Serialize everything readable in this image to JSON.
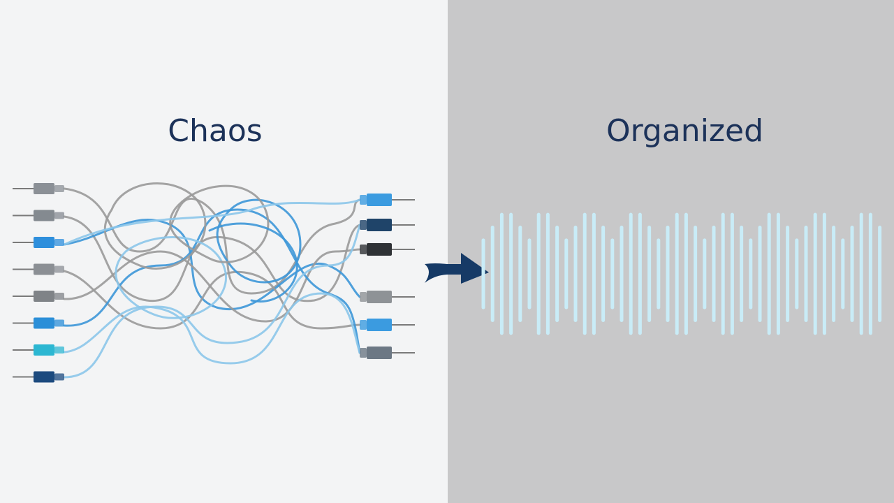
{
  "left_panel": {
    "title": "Chaos"
  },
  "right_panel": {
    "title": "Organized"
  },
  "colors": {
    "left_bg": "#f3f4f5",
    "right_bg": "#c8c8c9",
    "title": "#1c3259",
    "arrow": "#163a66",
    "wave_bar": "#c9ecf7",
    "cable_gray": "#9a9a9a",
    "cable_blue": "#3d97d8",
    "cable_light_blue": "#8cc6ea"
  },
  "icons": [
    "left-plug-icon",
    "right-plug-icon",
    "arrow-right-icon",
    "waveform-icon"
  ],
  "left_plugs": [
    "#8b9096",
    "#848a90",
    "#2e8fdc",
    "#8b8f94",
    "#7f8387",
    "#2b8fd8",
    "#2cb7d2",
    "#1c4a7e"
  ],
  "right_plugs": [
    "#3b9be0",
    "#1f4469",
    "#2f3236",
    "#8e9296",
    "#3b9be0",
    "#6c7884"
  ],
  "waveform_levels": [
    0.55,
    0.75,
    0.95,
    0.95,
    0.75,
    0.55,
    0.95,
    0.95,
    0.75,
    0.55,
    0.75,
    0.95,
    0.95,
    0.75,
    0.55,
    0.75,
    0.95,
    0.95,
    0.75,
    0.55,
    0.75,
    0.95,
    0.95,
    0.75,
    0.55,
    0.75,
    0.95,
    0.95,
    0.75,
    0.55,
    0.75,
    0.95,
    0.95,
    0.75,
    0.55,
    0.75,
    0.95,
    0.95,
    0.75,
    0.55,
    0.75,
    0.95,
    0.95,
    0.75
  ]
}
